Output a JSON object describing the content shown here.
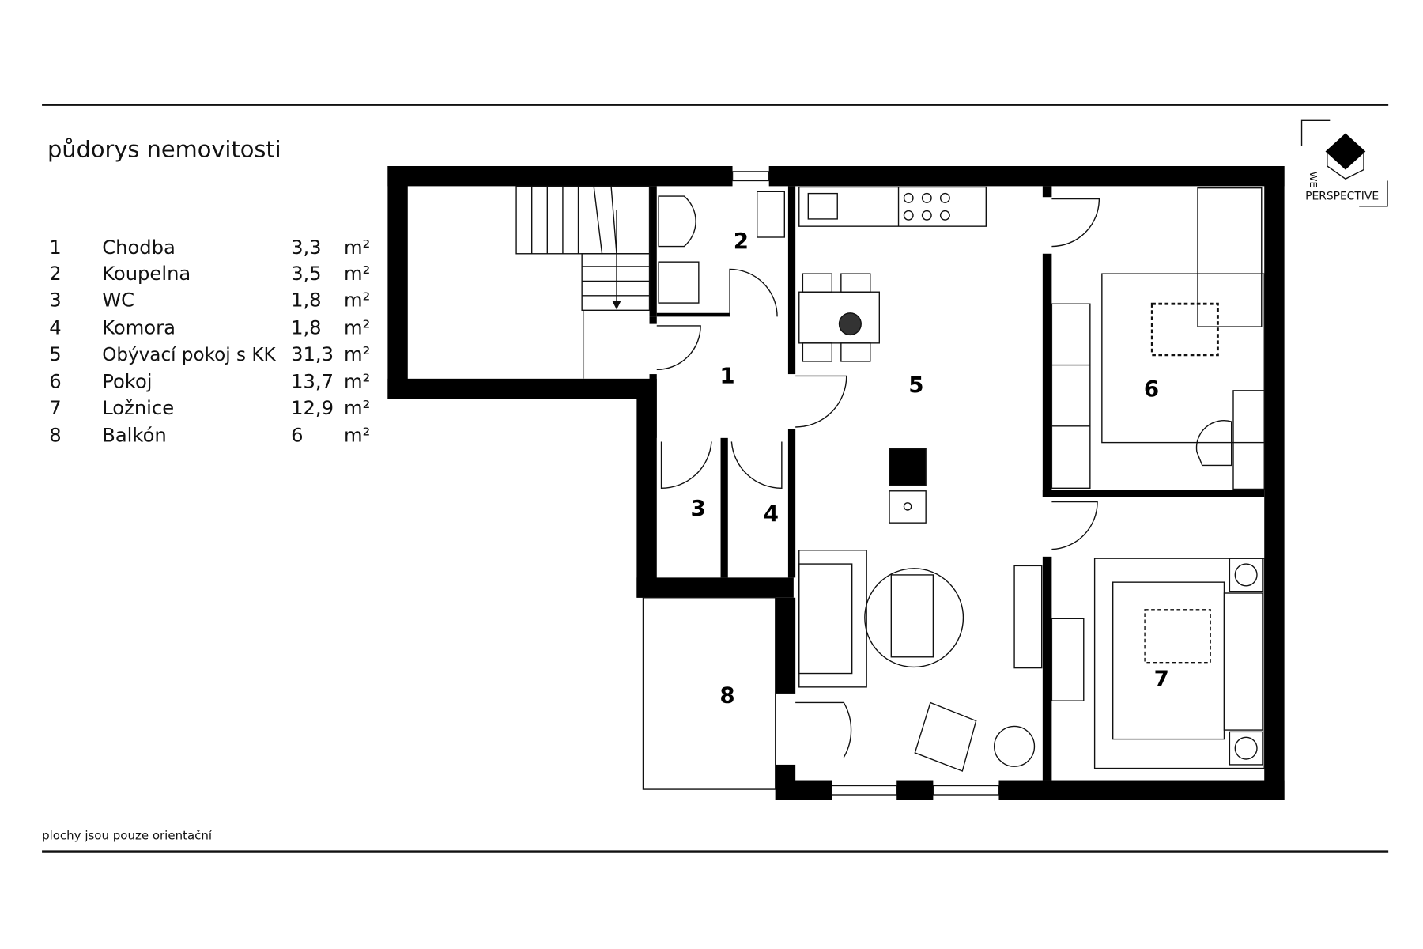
{
  "title": "půdorys nemovitosti",
  "footnote": "plochy jsou pouze orientační",
  "unit": "m²",
  "rooms": [
    {
      "num": "1",
      "name": "Chodba",
      "area": "3,3"
    },
    {
      "num": "2",
      "name": "Koupelna",
      "area": "3,5"
    },
    {
      "num": "3",
      "name": "WC",
      "area": "1,8"
    },
    {
      "num": "4",
      "name": "Komora",
      "area": "1,8"
    },
    {
      "num": "5",
      "name": "Obývací pokoj s KK",
      "area": "31,3"
    },
    {
      "num": "6",
      "name": "Pokoj",
      "area": "13,7"
    },
    {
      "num": "7",
      "name": "Ložnice",
      "area": "12,9"
    },
    {
      "num": "8",
      "name": "Balkón",
      "area": "6"
    }
  ],
  "logo": {
    "line1": "WE",
    "line2": "PERSPECTIVE"
  },
  "colors": {
    "ink": "#000000",
    "background": "#ffffff"
  }
}
